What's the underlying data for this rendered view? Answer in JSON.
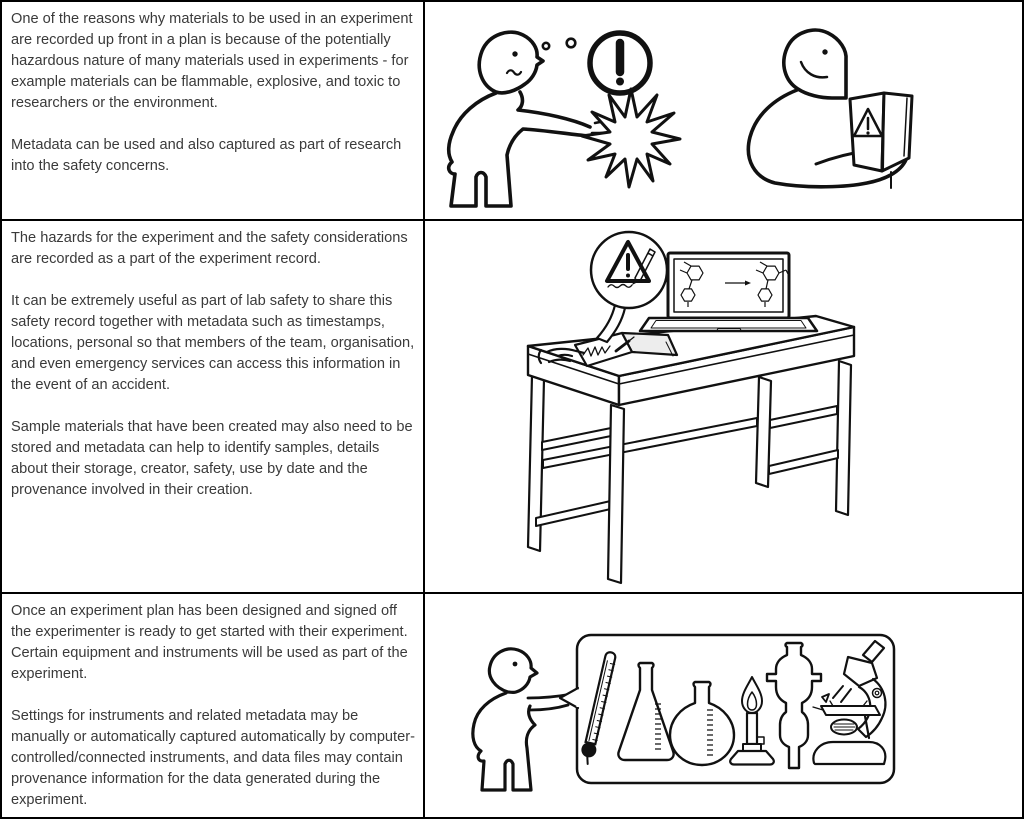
{
  "document": {
    "type": "illustrated-table",
    "background": "#ffffff",
    "border_color": "#000000",
    "text_color": "#3a3a3a",
    "line_art_color": "#111111"
  },
  "rows": [
    {
      "id": "row-1",
      "paragraphs": [
        "One of the reasons why materials to be used in an experiment are recorded up front in a plan is because of the potentially hazardous nature of many materials used in experiments - for example materials can be flammable, explosive, and toxic to researchers or the environment.",
        "Metadata can be used and also captured as part of research into the safety concerns."
      ],
      "illustration": {
        "alt": "Person imagining an explosion hazard; person reading a safety manual marked with a warning triangle",
        "icons": [
          "thinking-person",
          "thought-dots",
          "exclamation-circle",
          "explosion-starburst",
          "reading-person",
          "safety-manual-book",
          "warning-triangle"
        ]
      }
    },
    {
      "id": "row-2",
      "paragraphs": [
        "The hazards for the experiment and the safety considerations are recorded as a part of the experiment record.",
        "It can be extremely useful as part of lab safety to share this safety record together with metadata such as timestamps, locations, personal so that members of the team, organisation, and even emergency services can access this information in the event of an accident.",
        "Sample materials that have been created may also need to be stored and metadata can help to identify samples, details about their storage, creator, safety, use by date and the provenance involved in their creation."
      ],
      "illustration": {
        "alt": "Hand writing in an open lab notebook on a desk; speech bubble with warning triangle and pencil; laptop showing a chemical reaction scheme",
        "icons": [
          "speech-bubble",
          "warning-triangle",
          "pencil",
          "lab-notebook",
          "writing-hand",
          "laptop",
          "chemical-reaction-diagram",
          "desk"
        ]
      }
    },
    {
      "id": "row-3",
      "paragraphs": [
        "Once an experiment plan has been designed and signed off the experimenter is ready to get started with their experiment. Certain equipment and instruments will be used as part of the experiment.",
        "Settings for instruments and related metadata may be manually or automatically captured automatically by computer-controlled/connected instruments, and data files may contain provenance information for the data generated during the experiment."
      ],
      "illustration": {
        "alt": "Person presenting laboratory equipment in a speech bubble: thermometer, conical flask, round-bottom flask, Bunsen burner, condenser column and microscope",
        "icons": [
          "presenting-person",
          "speech-bubble",
          "thermometer-icon",
          "erlenmeyer-flask-icon",
          "round-bottom-flask-icon",
          "bunsen-burner-icon",
          "condenser-column-icon",
          "microscope-icon"
        ]
      }
    }
  ]
}
